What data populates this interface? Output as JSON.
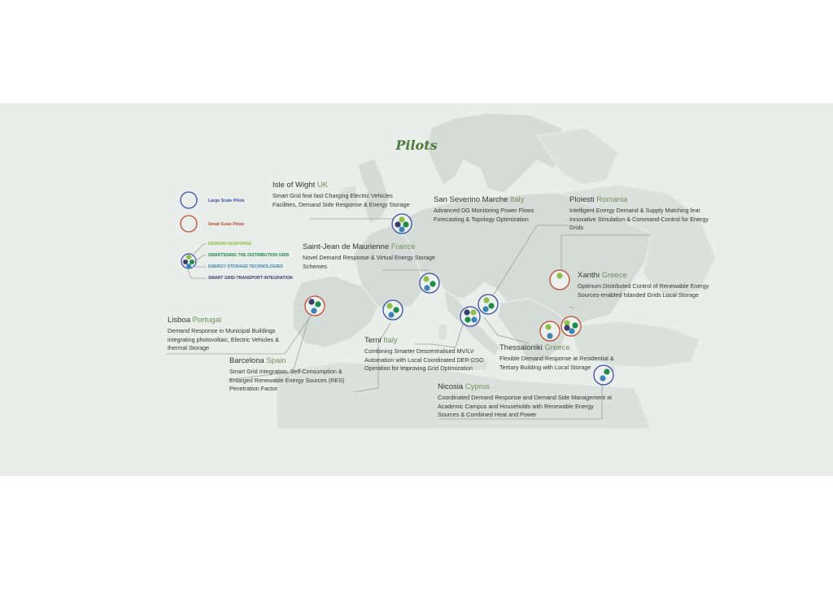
{
  "title": "Pilots",
  "legend": {
    "large_scale": "Large Scale Pilots",
    "small_scale": "Small Scale Pilots",
    "categories": [
      {
        "label": "DEMAND-RESPONSE",
        "color": "#8cc04a"
      },
      {
        "label": "SMARTENING THE DISTRIBUTION GRID",
        "color": "#1f8a4c"
      },
      {
        "label": "ENERGY STORAGE TECHNOLOGIES",
        "color": "#3d83b8"
      },
      {
        "label": "SMART GRID-TRANSPORT INTEGRATION",
        "color": "#3a3b6e"
      }
    ]
  },
  "colors": {
    "large_ring": "#3b4ea5",
    "small_ring": "#c0492f",
    "panel_bg": "#e9eeea",
    "land": "#d5dcd7",
    "title": "#4d7a3c",
    "country_text": "#6f8f5a"
  },
  "pilots": [
    {
      "city": "Isle of Wight",
      "country": "UK",
      "desc": "Smart Grid feat fast Charging Electric Vehicles Facilities, Demand Side Response & Energy Storage"
    },
    {
      "city": "San Severino Marche",
      "country": "Italy",
      "desc": "Advanced DG Monitoring Power Flows Forecasting & Topology Optimization"
    },
    {
      "city": "Ploiesti",
      "country": "Romania",
      "desc": "Intelligent Energy Demand & Supply Matching feat Innovative Simulation & Command-Control for Energy Grids"
    },
    {
      "city": "Saint-Jean de Maurienne",
      "country": "France",
      "desc": "Novel Demand Response & Virtual Energy Storage Schemes"
    },
    {
      "city": "Xanthi",
      "country": "Greece",
      "desc": "Optimum Distributed Control of Renewable Energy Sources-enabled Islanded Grids Local Storage"
    },
    {
      "city": "Lisboa",
      "country": "Portugal",
      "desc": "Demand Response in Municipal Buildings integrating photovoltaic, Electric Vehicles & thermal Storage"
    },
    {
      "city": "Terni",
      "country": "Italy",
      "desc": "Combining Smarter Descentralised MV/LV Automation with Local Coordinated DER-DSO Operation for Improving Grid Optimization"
    },
    {
      "city": "Thessaloniki",
      "country": "Greece",
      "desc": "Flexible Demand Response at Residential & Tertiary Building with Local Storage"
    },
    {
      "city": "Barcelona",
      "country": "Spain",
      "desc": "Smart Grid Integration, Self-Consumption & Enlarged Renewable Energy Sources (RES) Penetration Factor"
    },
    {
      "city": "Nicosia",
      "country": "Cyprus",
      "desc": "Coordinated Demand Response and Demand Side Management at Academic Campus and Households with Renewable Energy Sources & Combined Heat and Power"
    }
  ]
}
